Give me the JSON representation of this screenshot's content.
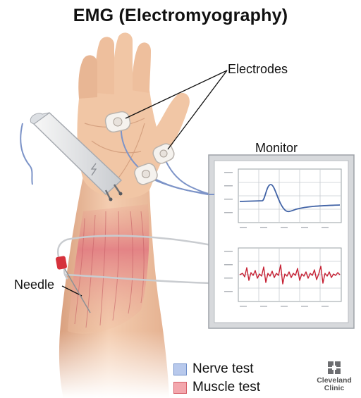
{
  "title": "EMG (Electromyography)",
  "labels": {
    "electrodes": "Electrodes",
    "monitor": "Monitor",
    "needle": "Needle"
  },
  "legend": [
    {
      "label": "Nerve test",
      "fill": "#b8c9ec",
      "border": "#6f8fc9"
    },
    {
      "label": "Muscle test",
      "fill": "#f3a7ad",
      "border": "#d65f69"
    }
  ],
  "logo": {
    "line1": "Cleveland",
    "line2": "Clinic"
  },
  "colors": {
    "skin": "#f1c6a5",
    "skin_shadow": "#d99f7c",
    "muscle": "#e58a8d",
    "nerve_trace": "#4163a6",
    "muscle_trace": "#c62033",
    "monitor_frame": "#d7d9dc"
  }
}
